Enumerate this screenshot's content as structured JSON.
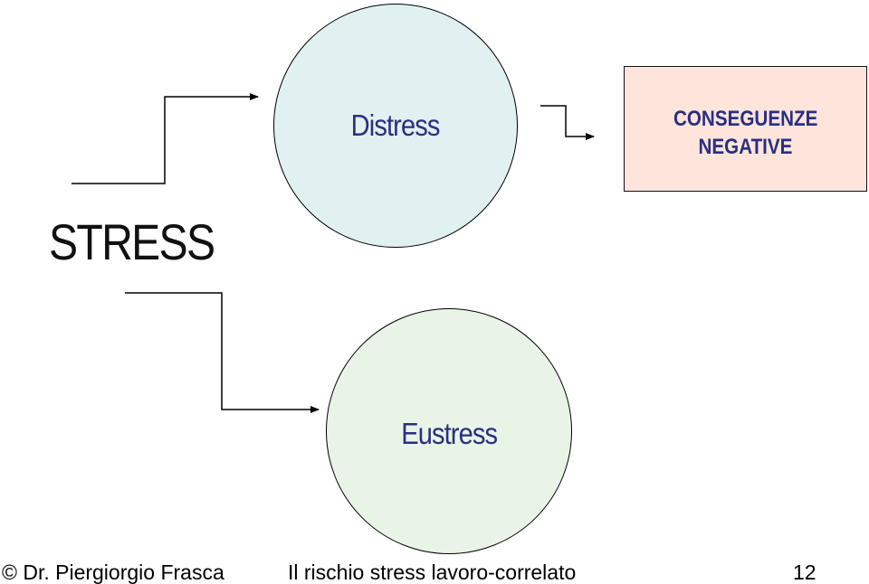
{
  "diagram": {
    "root_label": "STRESS",
    "nodes": {
      "distress": {
        "label": "Distress",
        "fill": "#e1f0f1"
      },
      "eustress": {
        "label": "Eustress",
        "fill": "#e8f4e5"
      },
      "consequence": {
        "line1": "CONSEGUENZE",
        "line2": "NEGATIVE",
        "fill": "#fde5dc"
      }
    },
    "edges": [
      {
        "from": "STRESS",
        "to": "Distress"
      },
      {
        "from": "STRESS",
        "to": "Eustress"
      },
      {
        "from": "Distress",
        "to": "CONSEGUENZE NEGATIVE"
      }
    ],
    "text_color": "#2b2f80"
  },
  "footer": {
    "author": "© Dr. Piergiorgio Frasca",
    "title": "Il rischio stress lavoro-correlato",
    "page_number": "12"
  }
}
